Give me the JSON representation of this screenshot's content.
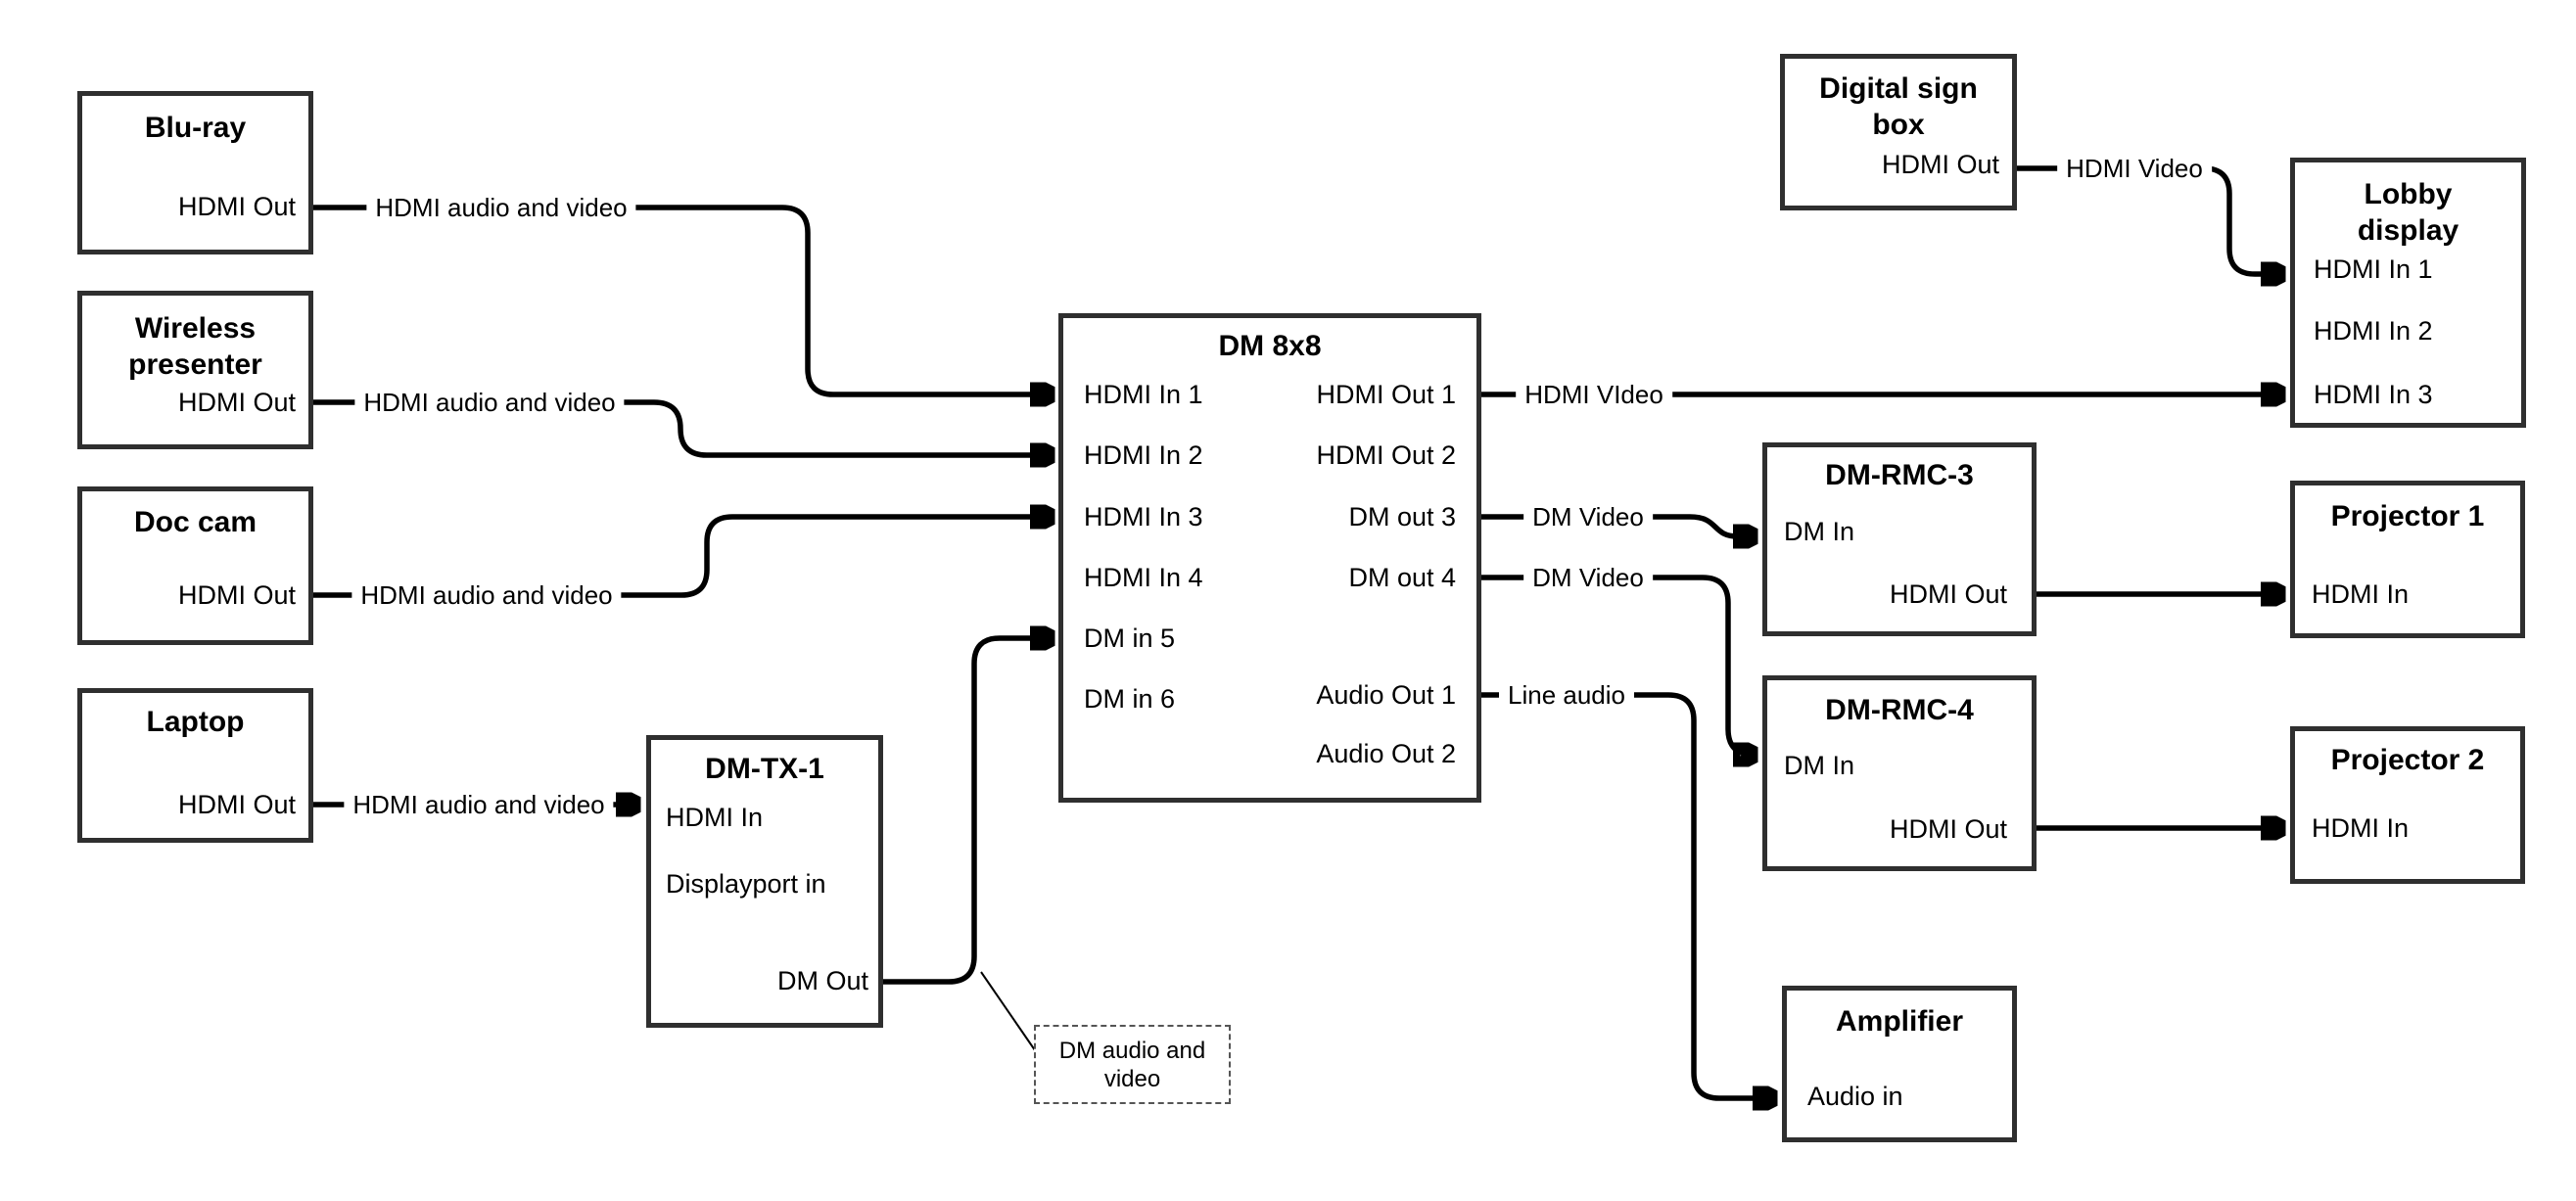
{
  "nodes": {
    "bluray": {
      "title": "Blu-ray",
      "port_out": "HDMI Out"
    },
    "wireless": {
      "title_line1": "Wireless",
      "title_line2": "presenter",
      "port_out": "HDMI Out"
    },
    "doccam": {
      "title": "Doc cam",
      "port_out": "HDMI Out"
    },
    "laptop": {
      "title": "Laptop",
      "port_out": "HDMI Out"
    },
    "dmtx1": {
      "title": "DM-TX-1",
      "port_hdmi_in": "HDMI In",
      "port_dp_in": "Displayport in",
      "port_dm_out": "DM Out"
    },
    "dm8x8": {
      "title": "DM 8x8",
      "port_in1": "HDMI In 1",
      "port_in2": "HDMI In 2",
      "port_in3": "HDMI In 3",
      "port_in4": "HDMI In 4",
      "port_in5": "DM in 5",
      "port_in6": "DM in 6",
      "port_out1": "HDMI Out 1",
      "port_out2": "HDMI Out 2",
      "port_out3": "DM out 3",
      "port_out4": "DM out 4",
      "port_aout1": "Audio Out 1",
      "port_aout2": "Audio Out 2"
    },
    "digital_sign": {
      "title_line1": "Digital sign",
      "title_line2": "box",
      "port_out": "HDMI Out"
    },
    "lobby": {
      "title_line1": "Lobby",
      "title_line2": "display",
      "port_in1": "HDMI In 1",
      "port_in2": "HDMI In 2",
      "port_in3": "HDMI In 3"
    },
    "dmrmc3": {
      "title": "DM-RMC-3",
      "port_dm_in": "DM In",
      "port_hdmi_out": "HDMI Out"
    },
    "proj1": {
      "title": "Projector 1",
      "port_in": "HDMI In"
    },
    "dmrmc4": {
      "title": "DM-RMC-4",
      "port_dm_in": "DM In",
      "port_hdmi_out": "HDMI Out"
    },
    "proj2": {
      "title": "Projector 2",
      "port_in": "HDMI In"
    },
    "amplifier": {
      "title": "Amplifier",
      "port_in": "Audio in"
    }
  },
  "wire_labels": {
    "bluray": "HDMI audio and video",
    "wireless": "HDMI audio and video",
    "doccam": "HDMI audio and video",
    "laptop": "HDMI audio and video",
    "hdmi_out1": "HDMI VIdeo",
    "digital_sign": "HDMI Video",
    "dm_out3": "DM Video",
    "dm_out4": "DM Video",
    "audio_out1": "Line audio"
  },
  "note": {
    "text": "DM audio and video"
  },
  "colors": {
    "wire": "#000000",
    "box_border": "#2f2f2f",
    "background": "#ffffff",
    "text": "#000000"
  }
}
